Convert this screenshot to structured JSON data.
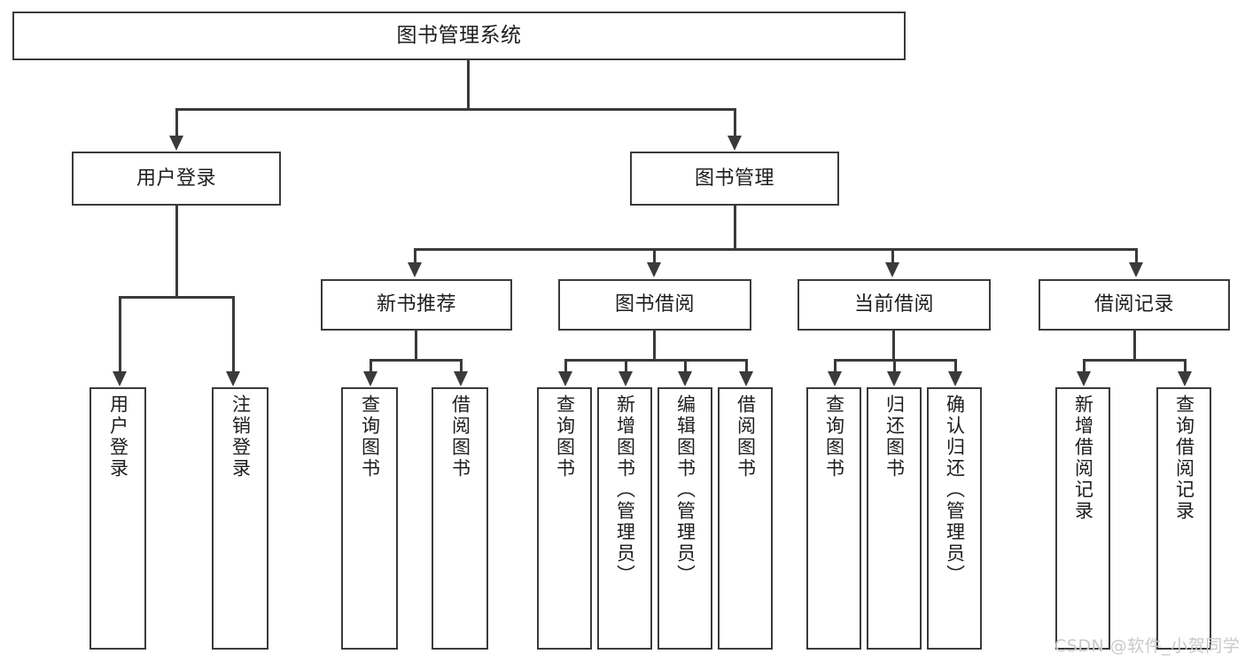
{
  "diagram": {
    "title": "图书管理系统",
    "type": "hierarchy-tree",
    "watermark": "CSDN @软件_小贺同学",
    "colors": {
      "stroke": "#3a3a3a",
      "background": "#ffffff",
      "text": "#1d1d1d",
      "watermark": "#c9c9c9"
    },
    "root": {
      "label": "图书管理系统"
    },
    "level2": [
      {
        "label": "用户登录"
      },
      {
        "label": "图书管理"
      }
    ],
    "level3": [
      {
        "label": "新书推荐"
      },
      {
        "label": "图书借阅"
      },
      {
        "label": "当前借阅"
      },
      {
        "label": "借阅记录"
      }
    ],
    "leaves": {
      "user_login": [
        {
          "label": "用户登录"
        },
        {
          "label": "注销登录"
        }
      ],
      "new_book_recommend": [
        {
          "label": "查询图书"
        },
        {
          "label": "借阅图书"
        }
      ],
      "book_borrow": [
        {
          "label": "查询图书"
        },
        {
          "label": "新增图书（管理员）"
        },
        {
          "label": "编辑图书（管理员）"
        },
        {
          "label": "借阅图书"
        }
      ],
      "current_borrow": [
        {
          "label": "查询图书"
        },
        {
          "label": "归还图书"
        },
        {
          "label": "确认归还（管理员）"
        }
      ],
      "borrow_records": [
        {
          "label": "新增借阅记录"
        },
        {
          "label": "查询借阅记录"
        }
      ]
    }
  }
}
